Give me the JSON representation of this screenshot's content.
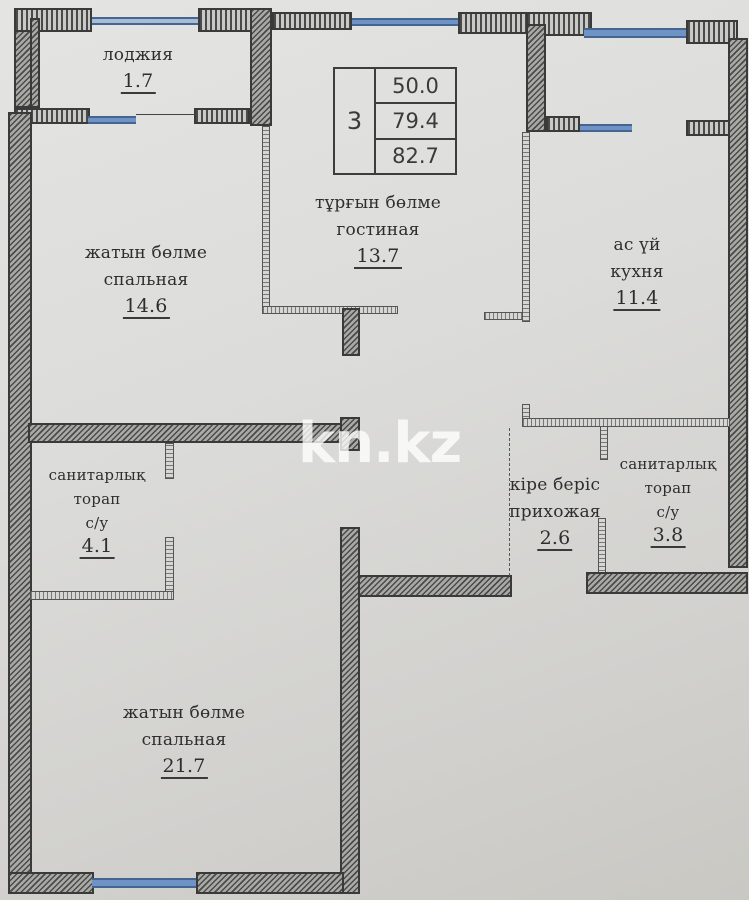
{
  "plan": {
    "type": "apartment-floor-plan",
    "summary": {
      "rooms_count": "3",
      "living_area": "50.0",
      "total_area": "79.4",
      "total_area_with_loggia": "82.7"
    },
    "rooms": [
      {
        "id": "loggia",
        "name_kz": "лоджия",
        "name_ru": "",
        "area": "1.7"
      },
      {
        "id": "living",
        "name_kz": "тұрғын бөлме",
        "name_ru": "гостиная",
        "area": "13.7"
      },
      {
        "id": "kitchen",
        "name_kz": "ас үй",
        "name_ru": "кухня",
        "area": "11.4"
      },
      {
        "id": "bedroom1",
        "name_kz": "жатын бөлме",
        "name_ru": "спальная",
        "area": "14.6"
      },
      {
        "id": "bathroom1",
        "name_kz": "санитарлық",
        "name_kz2": "торап",
        "name_ru": "с/у",
        "area": "4.1"
      },
      {
        "id": "hallway",
        "name_kz": "кіре беріс",
        "name_ru": "прихожая",
        "area": "2.6"
      },
      {
        "id": "bathroom2",
        "name_kz": "санитарлық",
        "name_kz2": "торап",
        "name_ru": "с/у",
        "area": "3.8"
      },
      {
        "id": "bedroom2",
        "name_kz": "жатын бөлме",
        "name_ru": "спальная",
        "area": "21.7"
      }
    ],
    "colors": {
      "wall": "#8d8d8b",
      "wall_outline": "#3a3a3a",
      "window": "#6f93c4",
      "paper": "#dedddb"
    }
  },
  "watermark": {
    "text": "kn.kz"
  }
}
